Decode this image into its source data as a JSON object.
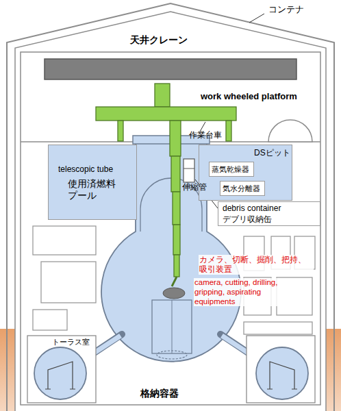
{
  "diagram": {
    "nodes": [
      {
        "text": [
          "使用済燃料プール"
        ]
      },
      {
        "text": [
          "DSピット"
        ]
      },
      {
        "text": [
          "蒸気乾燥器"
        ],
        "in": 1
      },
      {
        "text": [
          "気水分離器"
        ],
        "in": 1
      },
      {
        "text": [
          "debris container",
          "デブリ収納缶"
        ]
      },
      {
        "text": [
          "トーラス室"
        ]
      }
    ],
    "labels": [
      "コンテナ",
      "天井クレーン",
      "work wheeled platform",
      "作業台車",
      "telescopic tube",
      "伸縮管",
      "カメラ、切断、掘削、把持、 吸引装置",
      "camera, cutting, drilling, gripping, aspirating equipments",
      "格納容器"
    ]
  }
}
